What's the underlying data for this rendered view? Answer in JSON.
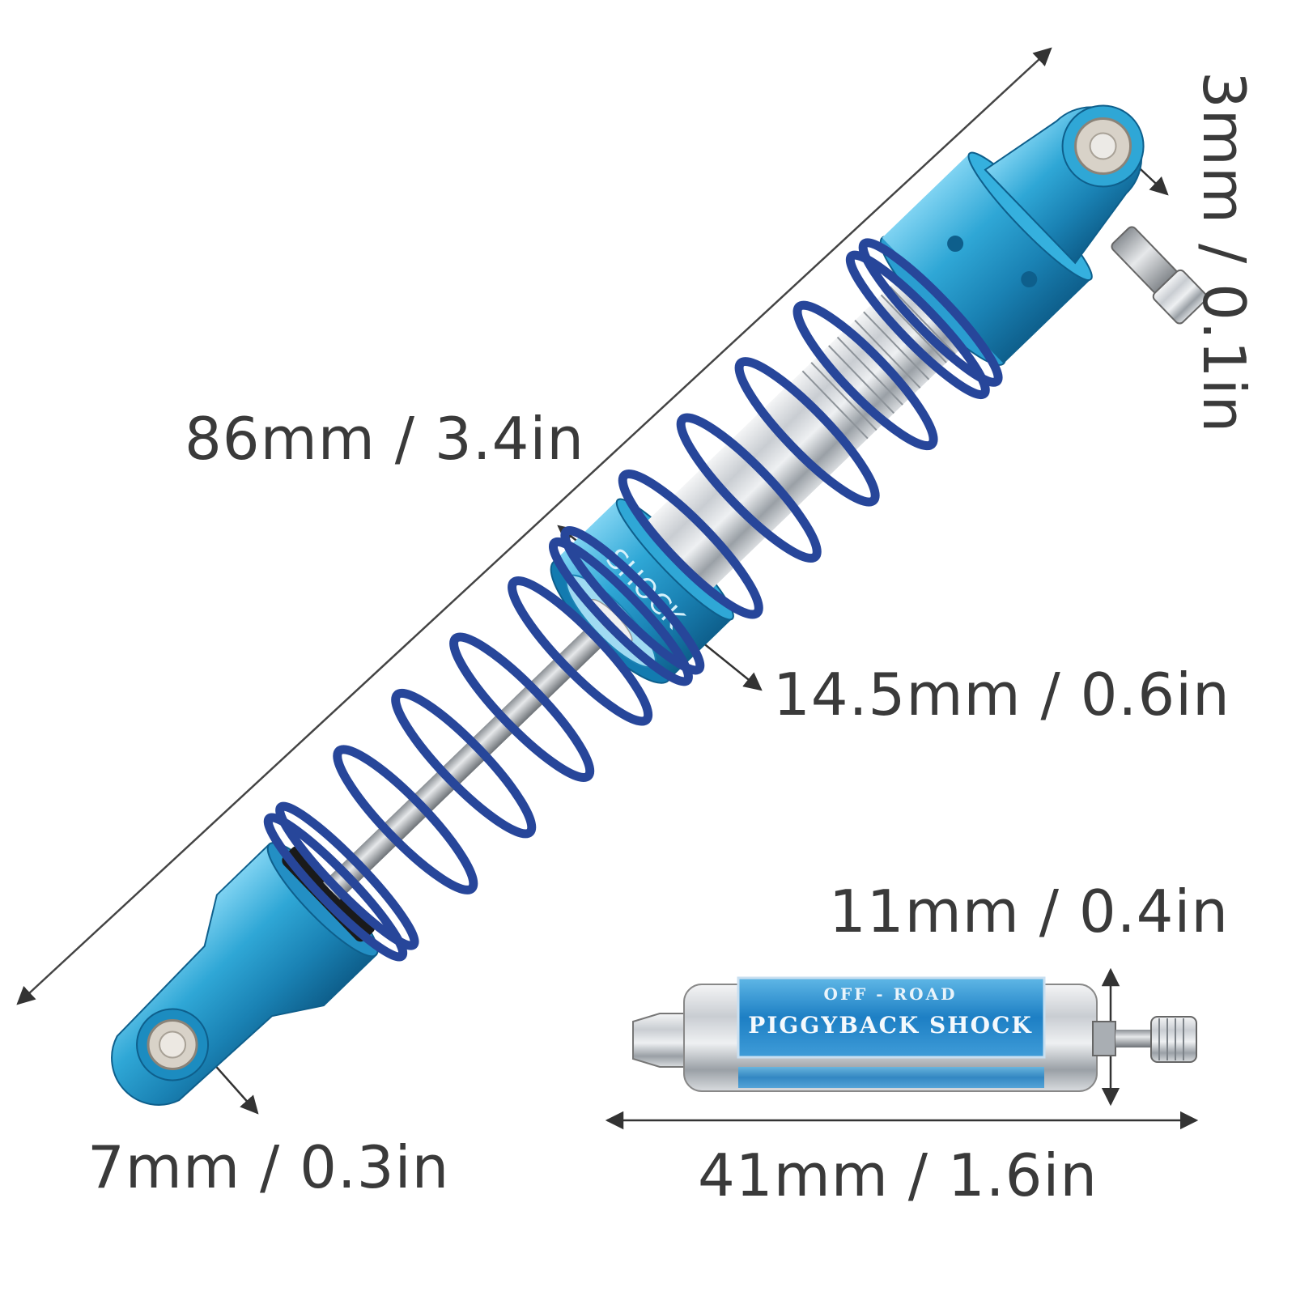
{
  "dimensions": {
    "overall_length": "86mm / 3.4in",
    "top_eyelet_hole": "3mm / 0.1in",
    "body_diameter": "14.5mm / 0.6in",
    "bottom_eyelet_hole": "7mm / 0.3in",
    "piggyback_diameter": "11mm / 0.4in",
    "piggyback_length": "41mm / 1.6in"
  },
  "product": {
    "collar_text": "SHOCK",
    "piggyback_label_line1": "OFF - ROAD",
    "piggyback_label_line2": "PIGGYBACK SHOCK"
  },
  "colors": {
    "anodized_blue": "#2fa7d6",
    "spring_blue": "#27469a",
    "chrome": "#c9cdd2",
    "label_text": "#3a3a3a"
  }
}
